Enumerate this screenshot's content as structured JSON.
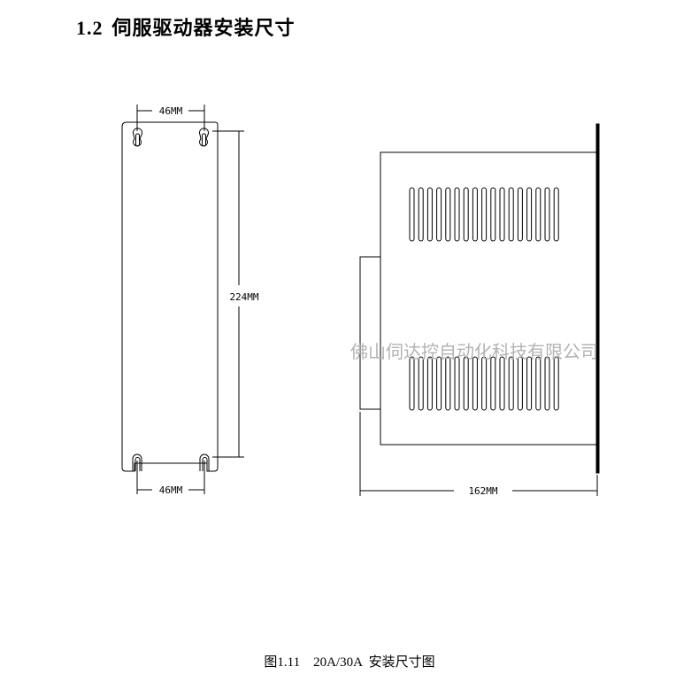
{
  "heading": {
    "number": "1.2",
    "title": "伺服驱动器安装尺寸"
  },
  "dimensions": {
    "top_width": "46MM",
    "height": "224MM",
    "bottom_width": "46MM",
    "depth": "162MM"
  },
  "watermark": "佛山伺达控自动化科技有限公司",
  "caption": "图1.11    20A/30A  安装尺寸图"
}
